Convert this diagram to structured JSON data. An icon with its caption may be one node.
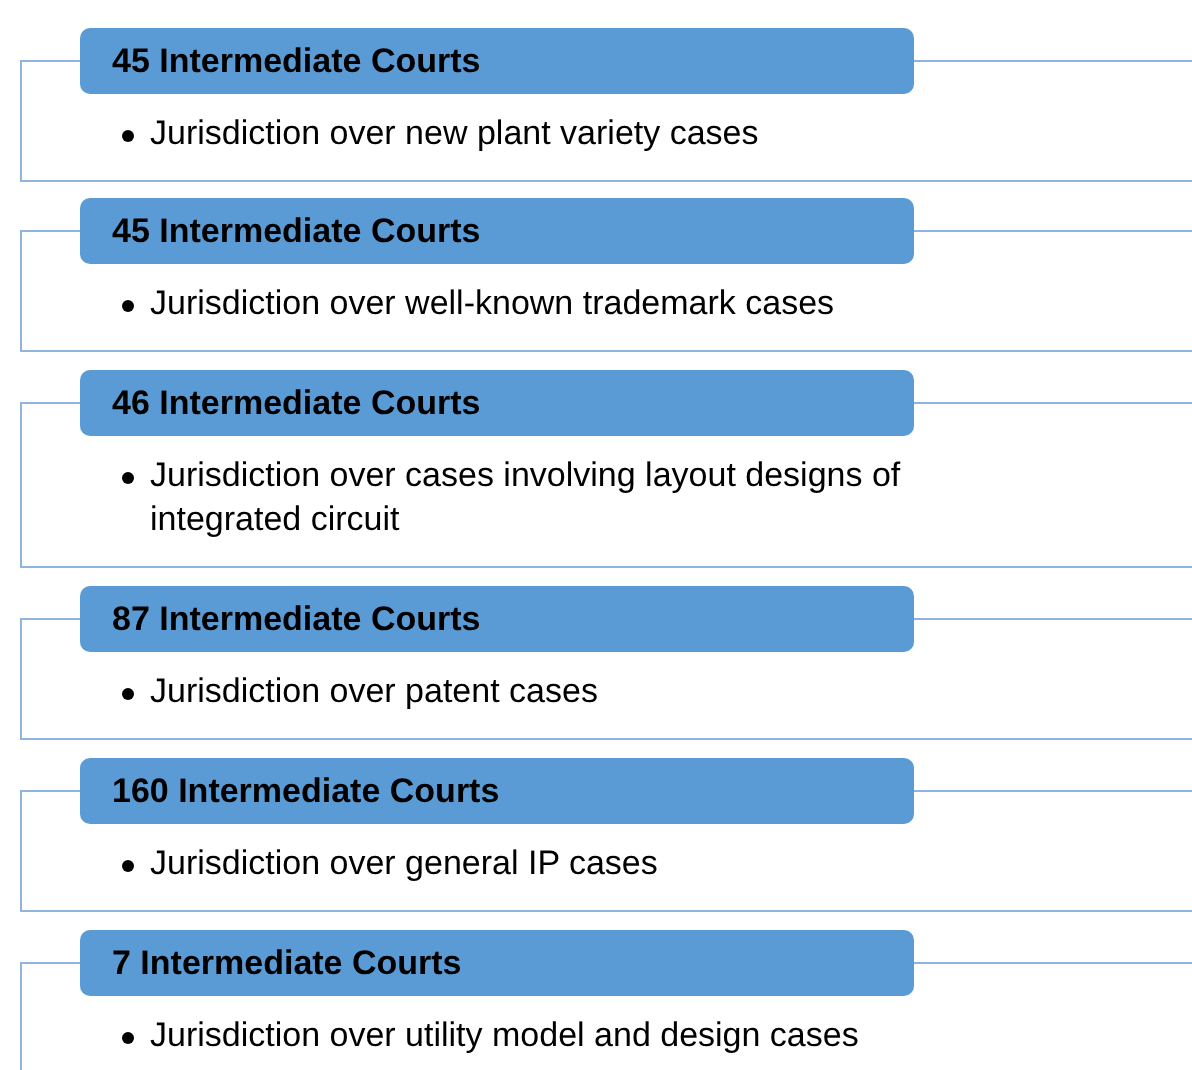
{
  "diagram": {
    "nodes": [
      {
        "text": [
          "45 Intermediate Courts"
        ]
      },
      {
        "text": [
          "Jurisdiction over new plant variety cases"
        ]
      },
      {
        "text": [
          "45 Intermediate Courts"
        ]
      },
      {
        "text": [
          "Jurisdiction over well-known trademark cases"
        ]
      },
      {
        "text": [
          "46 Intermediate Courts"
        ]
      },
      {
        "text": [
          "Jurisdiction over cases involving layout designs of integrated circuit"
        ]
      },
      {
        "text": [
          "87 Intermediate Courts"
        ]
      },
      {
        "text": [
          "Jurisdiction over patent cases"
        ]
      },
      {
        "text": [
          "160 Intermediate Courts"
        ]
      },
      {
        "text": [
          "Jurisdiction over general IP cases"
        ]
      },
      {
        "text": [
          "7 Intermediate Courts"
        ]
      },
      {
        "text": [
          "Jurisdiction over utility model and design cases"
        ]
      }
    ]
  }
}
